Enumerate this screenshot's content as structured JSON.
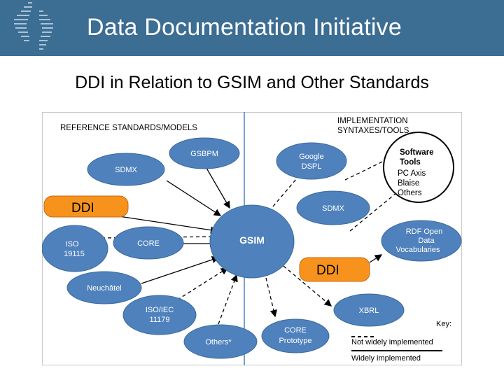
{
  "header": {
    "title": "Data Documentation Initiative"
  },
  "slide": {
    "title": "DDI in Relation to GSIM and Other Standards"
  },
  "diagram": {
    "left_heading": "REFERENCE STANDARDS/MODELS",
    "right_heading": [
      "IMPLEMENTATION",
      "SYNTAXES/TOOLS"
    ],
    "center": "GSIM",
    "nodes": {
      "gsbpm": "GSBPM",
      "sdmx_left": "SDMX",
      "iso19115": [
        "ISO",
        "19115"
      ],
      "core": "CORE",
      "neuchatel": "Neuchâtel",
      "isoiec": [
        "ISO/IEC",
        "11179"
      ],
      "others": "Others*",
      "core_prototype": [
        "CORE",
        "Prototype"
      ],
      "xbrl": "XBRL",
      "rdf": [
        "RDF Open",
        "Data",
        "Vocabularies"
      ],
      "sdmx_right": "SDMX",
      "google": [
        "Google",
        "DSPL"
      ]
    },
    "software_tools": {
      "title": [
        "Software",
        "Tools"
      ],
      "items": [
        "PC Axis",
        "Blaise",
        "Others"
      ]
    },
    "ddi_left": "DDI",
    "ddi_right": "DDI",
    "key": {
      "label": "Key:",
      "dashed": "Not widely implemented",
      "solid": "Widely implemented"
    },
    "colors": {
      "node": "#4f81bd",
      "ddi_fill": "#f7931d",
      "header": "#3c6d93"
    }
  }
}
